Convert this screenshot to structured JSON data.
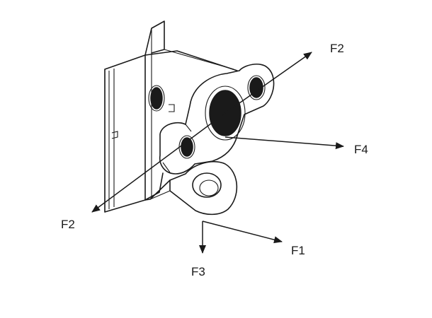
{
  "labels": {
    "f2_top": "F2",
    "f4": "F4",
    "f2_bottom": "F2",
    "f1": "F1",
    "f3": "F3"
  }
}
